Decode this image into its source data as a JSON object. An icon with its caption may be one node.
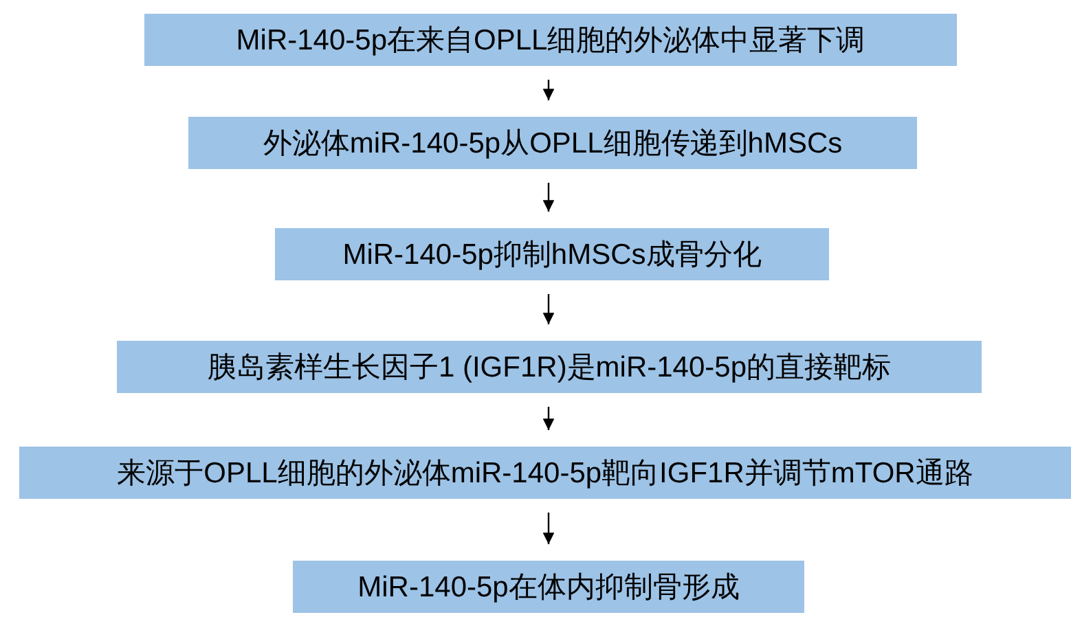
{
  "diagram": {
    "nodes": [
      {
        "text": [
          "MiR-140-5p在来自OPLL细胞的外泌体中显著下调"
        ]
      },
      {
        "text": [
          "外泌体miR-140-5p从OPLL细胞传递到hMSCs"
        ]
      },
      {
        "text": [
          "MiR-140-5p抑制hMSCs成骨分化"
        ]
      },
      {
        "text": [
          "胰岛素样生长因子1 (IGF1R)是miR-140-5p的直接靶标"
        ]
      },
      {
        "text": [
          "来源于OPLL细胞的外泌体miR-140-5p靶向IGF1R并调节mTOR通路"
        ]
      },
      {
        "text": [
          "MiR-140-5p在体内抑制骨形成"
        ]
      }
    ],
    "edges": [
      {
        "from": 0,
        "to": 1,
        "arrow": "to"
      },
      {
        "from": 1,
        "to": 2,
        "arrow": "to"
      },
      {
        "from": 2,
        "to": 3,
        "arrow": "to"
      },
      {
        "from": 3,
        "to": 4,
        "arrow": "to"
      },
      {
        "from": 4,
        "to": 5,
        "arrow": "to"
      }
    ]
  }
}
